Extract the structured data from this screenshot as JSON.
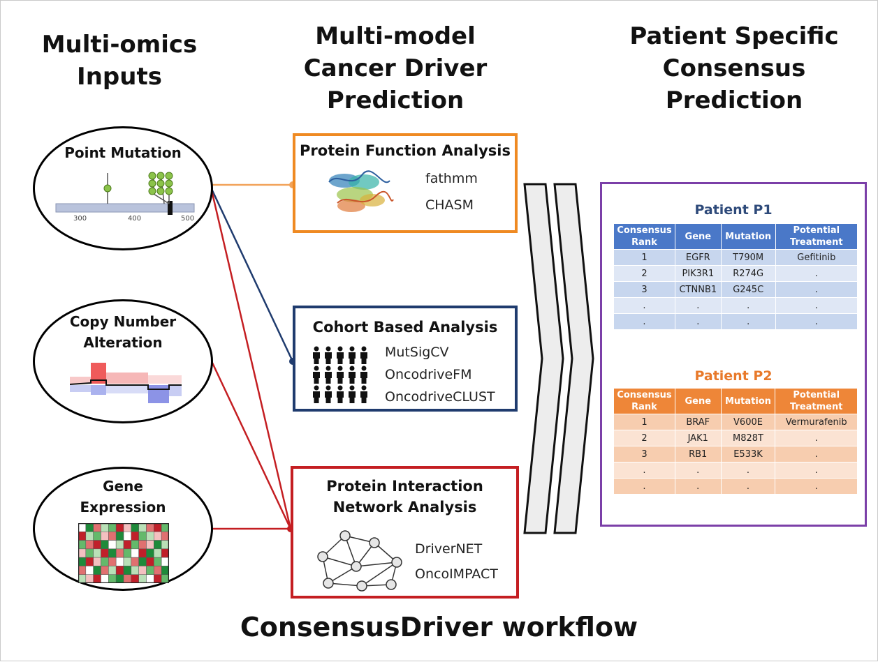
{
  "headings": {
    "inputs": "Multi-omics\nInputs",
    "models": "Multi-model\nCancer Driver\nPrediction",
    "consensus": "Patient Specific\nConsensus\nPrediction"
  },
  "inputs": {
    "point_mutation": {
      "label": "Point Mutation",
      "axis_ticks": [
        "300",
        "400",
        "500"
      ]
    },
    "cna": {
      "label": "Copy Number\nAlteration"
    },
    "expression": {
      "label": "Gene\nExpression"
    }
  },
  "models": {
    "protein_function": {
      "title": "Protein Function Analysis",
      "tools": [
        "fathmm",
        "CHASM"
      ],
      "color": "#ef8a22"
    },
    "cohort": {
      "title": "Cohort Based Analysis",
      "tools": [
        "MutSigCV",
        "OncodriveFM",
        "OncodriveCLUST"
      ],
      "color": "#1f3b6e"
    },
    "network": {
      "title": "Protein Interaction\nNetwork Analysis",
      "tools": [
        "DriverNET",
        "OncoIMPACT"
      ],
      "color": "#c41e22"
    }
  },
  "connector_colors": {
    "orange": "#f2a35a",
    "navy": "#1f3b6e",
    "red": "#c41e22"
  },
  "consensus_box_color": "#7b3fa8",
  "patients": [
    {
      "title": "Patient P1",
      "title_color": "#2e4a7a",
      "header_color": "#4a78c8",
      "row_colors": [
        "#c7d6ee",
        "#dfe7f5"
      ],
      "headers": [
        "Consensus Rank",
        "Gene",
        "Mutation",
        "Potential Treatment"
      ],
      "rows": [
        [
          "1",
          "EGFR",
          "T790M",
          "Gefitinib"
        ],
        [
          "2",
          "PIK3R1",
          "R274G",
          "."
        ],
        [
          "3",
          "CTNNB1",
          "G245C",
          "."
        ],
        [
          ".",
          ".",
          ".",
          "."
        ],
        [
          ".",
          ".",
          ".",
          "."
        ]
      ]
    },
    {
      "title": "Patient P2",
      "title_color": "#e8792a",
      "header_color": "#ee8638",
      "row_colors": [
        "#f7cdaf",
        "#fbe3d3"
      ],
      "headers": [
        "Consensus Rank",
        "Gene",
        "Mutation",
        "Potential Treatment"
      ],
      "rows": [
        [
          "1",
          "BRAF",
          "V600E",
          "Vermurafenib"
        ],
        [
          "2",
          "JAK1",
          "M828T",
          "."
        ],
        [
          "3",
          "RB1",
          "E533K",
          "."
        ],
        [
          ".",
          ".",
          ".",
          "."
        ],
        [
          ".",
          ".",
          ".",
          "."
        ]
      ]
    }
  ],
  "footer": "ConsensusDriver workflow"
}
